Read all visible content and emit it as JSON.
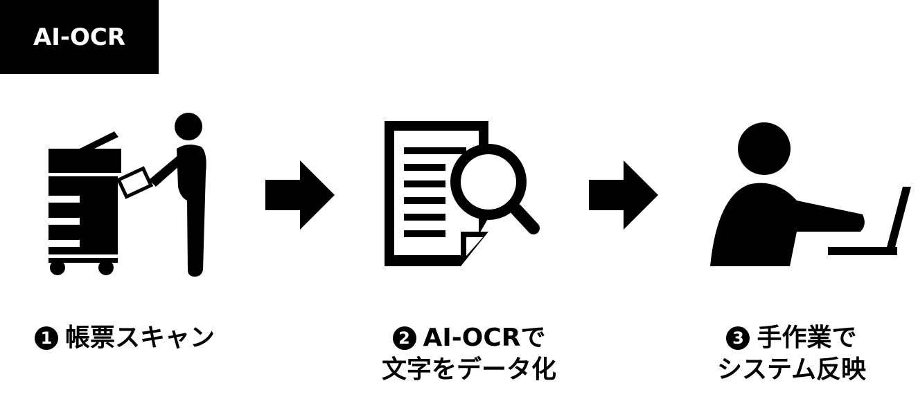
{
  "badge": {
    "title": "AI-OCR"
  },
  "steps": [
    {
      "num": "1",
      "line1": "帳票スキャン",
      "line2": "",
      "icon": "scanner-person-icon"
    },
    {
      "num": "2",
      "line1": "AI-OCRで",
      "line2": "文字をデータ化",
      "icon": "document-search-icon"
    },
    {
      "num": "3",
      "line1": "手作業で",
      "line2": "システム反映",
      "icon": "person-laptop-icon"
    }
  ],
  "colors": {
    "primary": "#000000",
    "background": "#ffffff"
  }
}
